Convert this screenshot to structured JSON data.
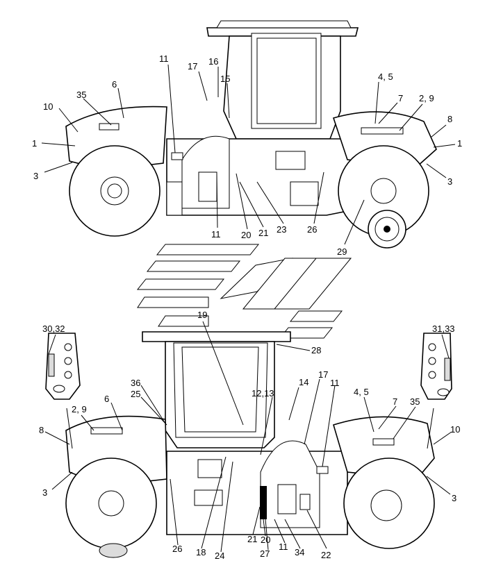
{
  "callouts": {
    "top": {
      "c1_left": "1",
      "c3_left": "3",
      "c10": "10",
      "c35": "35",
      "c6": "6",
      "c11_top": "11",
      "c17": "17",
      "c16": "16",
      "c15": "15",
      "c45": "4, 5",
      "c7": "7",
      "c29_": "2, 9",
      "c8": "8",
      "c1_right": "1",
      "c3_right": "3",
      "c11_bot": "11",
      "c20": "20",
      "c21": "21",
      "c23": "23",
      "c26": "26",
      "c29": "29"
    },
    "bottom": {
      "c3032": "30,32",
      "c19": "19",
      "c3133": "31,33",
      "c28": "28",
      "c36": "36",
      "c25": "25",
      "c29_": "2, 9",
      "c6": "6",
      "c8": "8",
      "c3_left": "3",
      "c1213": "12,13",
      "c14": "14",
      "c17": "17",
      "c11_top": "11",
      "c45": "4, 5",
      "c7": "7",
      "c35": "35",
      "c10": "10",
      "c3_right": "3",
      "c26": "26",
      "c18": "18",
      "c24": "24",
      "c21": "21",
      "c20": "20",
      "c27": "27",
      "c11_bot": "11",
      "c34": "34",
      "c22": "22"
    }
  }
}
